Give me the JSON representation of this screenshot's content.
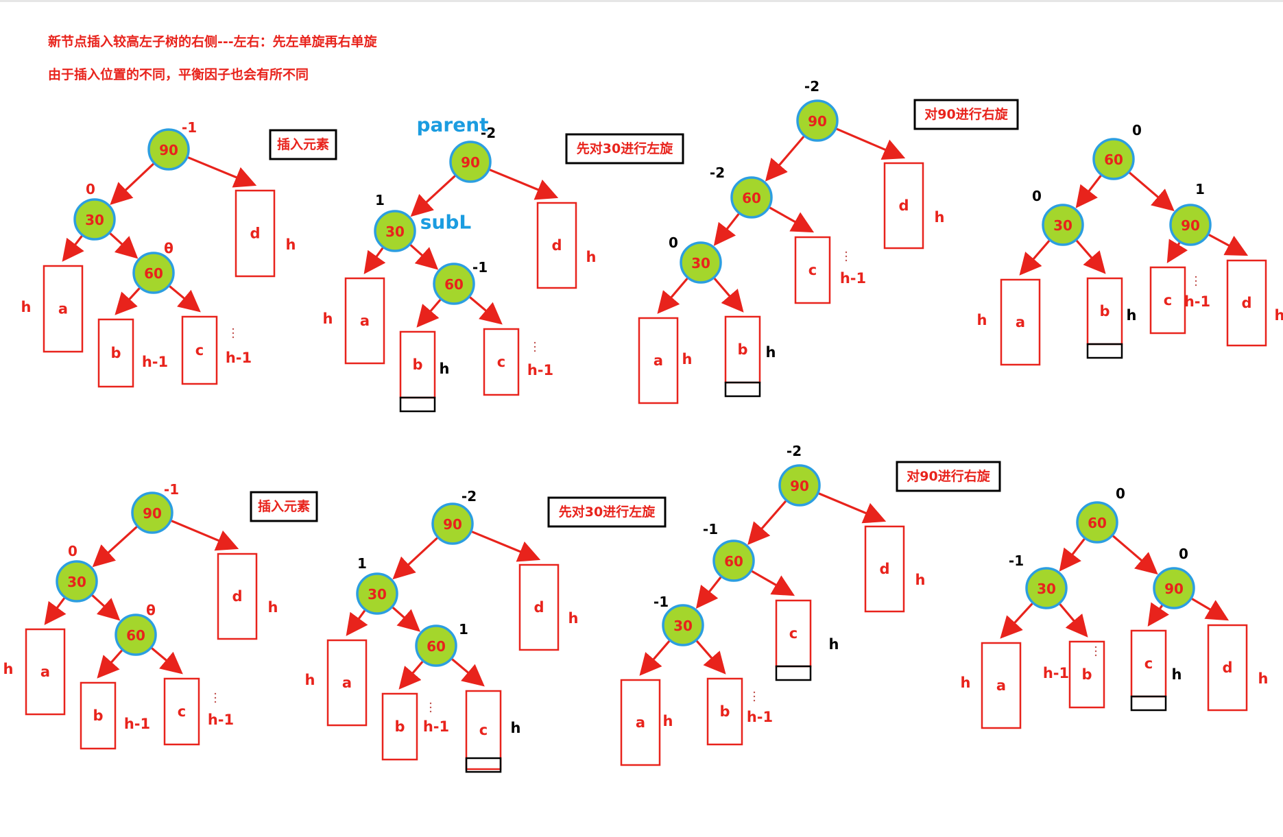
{
  "title": "新节点插入较高左子树的右侧---左右：先左单旋再右单旋",
  "subtitle": "由于插入位置的不同，平衡因子也会有所不同",
  "colors": {
    "red": "#e8231c",
    "node_fill": "#a4d62c",
    "node_border": "#2c9ee0",
    "blue_text": "#1b9ce0",
    "black": "#000000"
  },
  "panels": [
    {
      "nodes": [
        {
          "id": "90",
          "text": "90",
          "bf": "-1"
        },
        {
          "id": "30",
          "text": "30",
          "bf": "0"
        },
        {
          "id": "60",
          "text": "60",
          "bf": "θ"
        }
      ],
      "boxes": [
        {
          "id": "d",
          "text": "d",
          "h": "h"
        },
        {
          "id": "a",
          "text": "a",
          "h": "h"
        },
        {
          "id": "b",
          "text": "b",
          "h": "h-1"
        },
        {
          "id": "c",
          "text": "c",
          "h": "h-1"
        }
      ],
      "caption": "插入元素"
    },
    {
      "nodes": [
        {
          "id": "90",
          "text": "90",
          "bf": "-2"
        },
        {
          "id": "30",
          "text": "30",
          "bf": "1"
        },
        {
          "id": "60",
          "text": "60",
          "bf": "-1"
        }
      ],
      "boxes": [
        {
          "id": "d",
          "text": "d",
          "h": "h"
        },
        {
          "id": "a",
          "text": "a",
          "h": "h"
        },
        {
          "id": "b",
          "text": "b",
          "h": "h"
        },
        {
          "id": "c",
          "text": "c",
          "h": "h-1"
        }
      ],
      "caption": "先对30进行左旋",
      "tags": {
        "parent": "parent",
        "subL": "subL"
      }
    },
    {
      "nodes": [
        {
          "id": "90",
          "text": "90",
          "bf": "-2"
        },
        {
          "id": "60",
          "text": "60",
          "bf": "-2"
        },
        {
          "id": "30",
          "text": "30",
          "bf": "0"
        }
      ],
      "boxes": [
        {
          "id": "d",
          "text": "d",
          "h": "h"
        },
        {
          "id": "c",
          "text": "c",
          "h": "h-1"
        },
        {
          "id": "a",
          "text": "a",
          "h": "h"
        },
        {
          "id": "b",
          "text": "b",
          "h": "h"
        }
      ],
      "caption": "对90进行右旋"
    },
    {
      "nodes": [
        {
          "id": "60",
          "text": "60",
          "bf": "0"
        },
        {
          "id": "30",
          "text": "30",
          "bf": "0"
        },
        {
          "id": "90",
          "text": "90",
          "bf": "1"
        }
      ],
      "boxes": [
        {
          "id": "a",
          "text": "a",
          "h": "h"
        },
        {
          "id": "b",
          "text": "b",
          "h": "h"
        },
        {
          "id": "c",
          "text": "c",
          "h": "h-1"
        },
        {
          "id": "d",
          "text": "d",
          "h": "h"
        }
      ]
    },
    {
      "nodes": [
        {
          "id": "90",
          "text": "90",
          "bf": "-1"
        },
        {
          "id": "30",
          "text": "30",
          "bf": "0"
        },
        {
          "id": "60",
          "text": "60",
          "bf": "θ"
        }
      ],
      "boxes": [
        {
          "id": "d",
          "text": "d",
          "h": "h"
        },
        {
          "id": "a",
          "text": "a",
          "h": "h"
        },
        {
          "id": "b",
          "text": "b",
          "h": "h-1"
        },
        {
          "id": "c",
          "text": "c",
          "h": "h-1"
        }
      ],
      "caption": "插入元素"
    },
    {
      "nodes": [
        {
          "id": "90",
          "text": "90",
          "bf": "-2"
        },
        {
          "id": "30",
          "text": "30",
          "bf": "1"
        },
        {
          "id": "60",
          "text": "60",
          "bf": "1"
        }
      ],
      "boxes": [
        {
          "id": "d",
          "text": "d",
          "h": "h"
        },
        {
          "id": "a",
          "text": "a",
          "h": "h"
        },
        {
          "id": "b",
          "text": "b",
          "h": "h-1"
        },
        {
          "id": "c",
          "text": "c",
          "h": "h"
        }
      ],
      "caption": "先对30进行左旋"
    },
    {
      "nodes": [
        {
          "id": "90",
          "text": "90",
          "bf": "-2"
        },
        {
          "id": "60",
          "text": "60",
          "bf": "-1"
        },
        {
          "id": "30",
          "text": "30",
          "bf": "-1"
        }
      ],
      "boxes": [
        {
          "id": "d",
          "text": "d",
          "h": "h"
        },
        {
          "id": "c",
          "text": "c",
          "h": "h"
        },
        {
          "id": "a",
          "text": "a",
          "h": "h"
        },
        {
          "id": "b",
          "text": "b",
          "h": "h-1"
        }
      ],
      "caption": "对90进行右旋"
    },
    {
      "nodes": [
        {
          "id": "60",
          "text": "60",
          "bf": "0"
        },
        {
          "id": "30",
          "text": "30",
          "bf": "-1"
        },
        {
          "id": "90",
          "text": "90",
          "bf": "0"
        }
      ],
      "boxes": [
        {
          "id": "a",
          "text": "a",
          "h": "h"
        },
        {
          "id": "b",
          "text": "b",
          "h": "h-1"
        },
        {
          "id": "c",
          "text": "c",
          "h": "h"
        },
        {
          "id": "d",
          "text": "d",
          "h": "h"
        }
      ]
    }
  ]
}
